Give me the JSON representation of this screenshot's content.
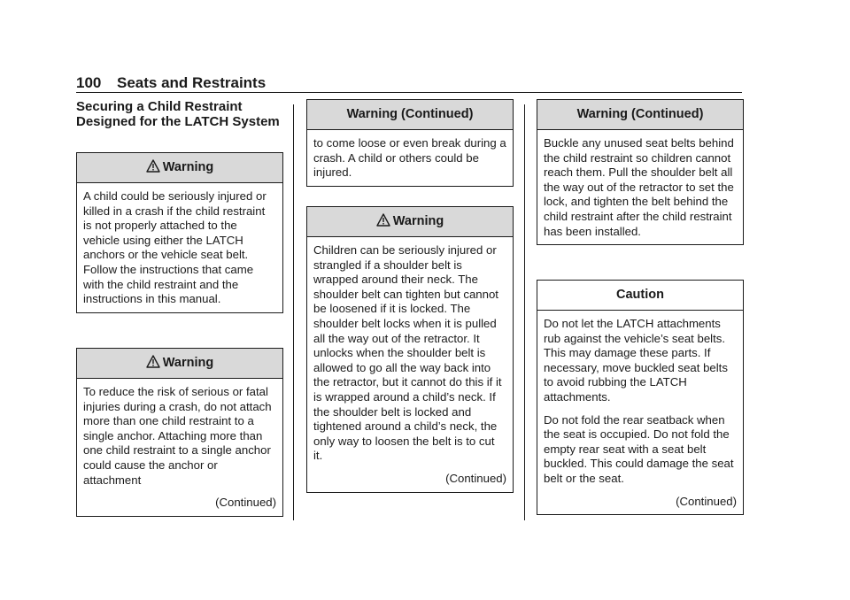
{
  "header": {
    "page_number": "100",
    "section": "Seats and Restraints"
  },
  "section_title": "Securing a Child Restraint Designed for the LATCH System",
  "boxes": {
    "w1": {
      "title": "Warning",
      "icon": "warning-triangle-icon",
      "body": "A child could be seriously injured or killed in a crash if the child restraint is not properly attached to the vehicle using either the LATCH anchors or the vehicle seat belt.  Follow the instructions that came with the child restraint and the instructions in this manual."
    },
    "w2": {
      "title": "Warning",
      "icon": "warning-triangle-icon",
      "body": "To reduce the risk of serious or fatal injuries during a crash, do not attach more than one child restraint to a single anchor. Attaching more than one child restraint to a single anchor could cause the anchor or attachment",
      "continued": "(Continued)"
    },
    "w2c": {
      "title": "Warning  (Continued)",
      "body": "to come loose or even break during a crash. A child or others could be injured."
    },
    "w3": {
      "title": "Warning",
      "icon": "warning-triangle-icon",
      "body": "Children can be seriously injured or strangled if a shoulder belt is wrapped around their neck. The shoulder belt can tighten but cannot be loosened if it is locked. The shoulder belt locks when it is pulled all the way out of the retractor. It unlocks when the shoulder belt is allowed to go all the way back into the retractor, but it cannot do this if it is wrapped around a child’s neck. If the shoulder belt is locked and tightened around a child’s neck, the only way to loosen the belt is to cut it.",
      "continued": "(Continued)"
    },
    "w3c": {
      "title": "Warning  (Continued)",
      "body": "Buckle any unused seat belts behind the child restraint so children cannot reach them. Pull the shoulder belt all the way out of the retractor to set the lock, and tighten the belt behind the child restraint after the child restraint has been installed."
    },
    "caution": {
      "title": "Caution",
      "body1": "Do not let the LATCH attachments rub against the vehicle’s seat belts. This may damage these parts. If necessary, move buckled seat belts to avoid rubbing the LATCH attachments.",
      "body2": "Do not fold the rear seatback when the seat is occupied. Do not fold the empty rear seat with a seat belt buckled. This could damage the seat belt or the seat.",
      "continued": "(Continued)"
    }
  }
}
